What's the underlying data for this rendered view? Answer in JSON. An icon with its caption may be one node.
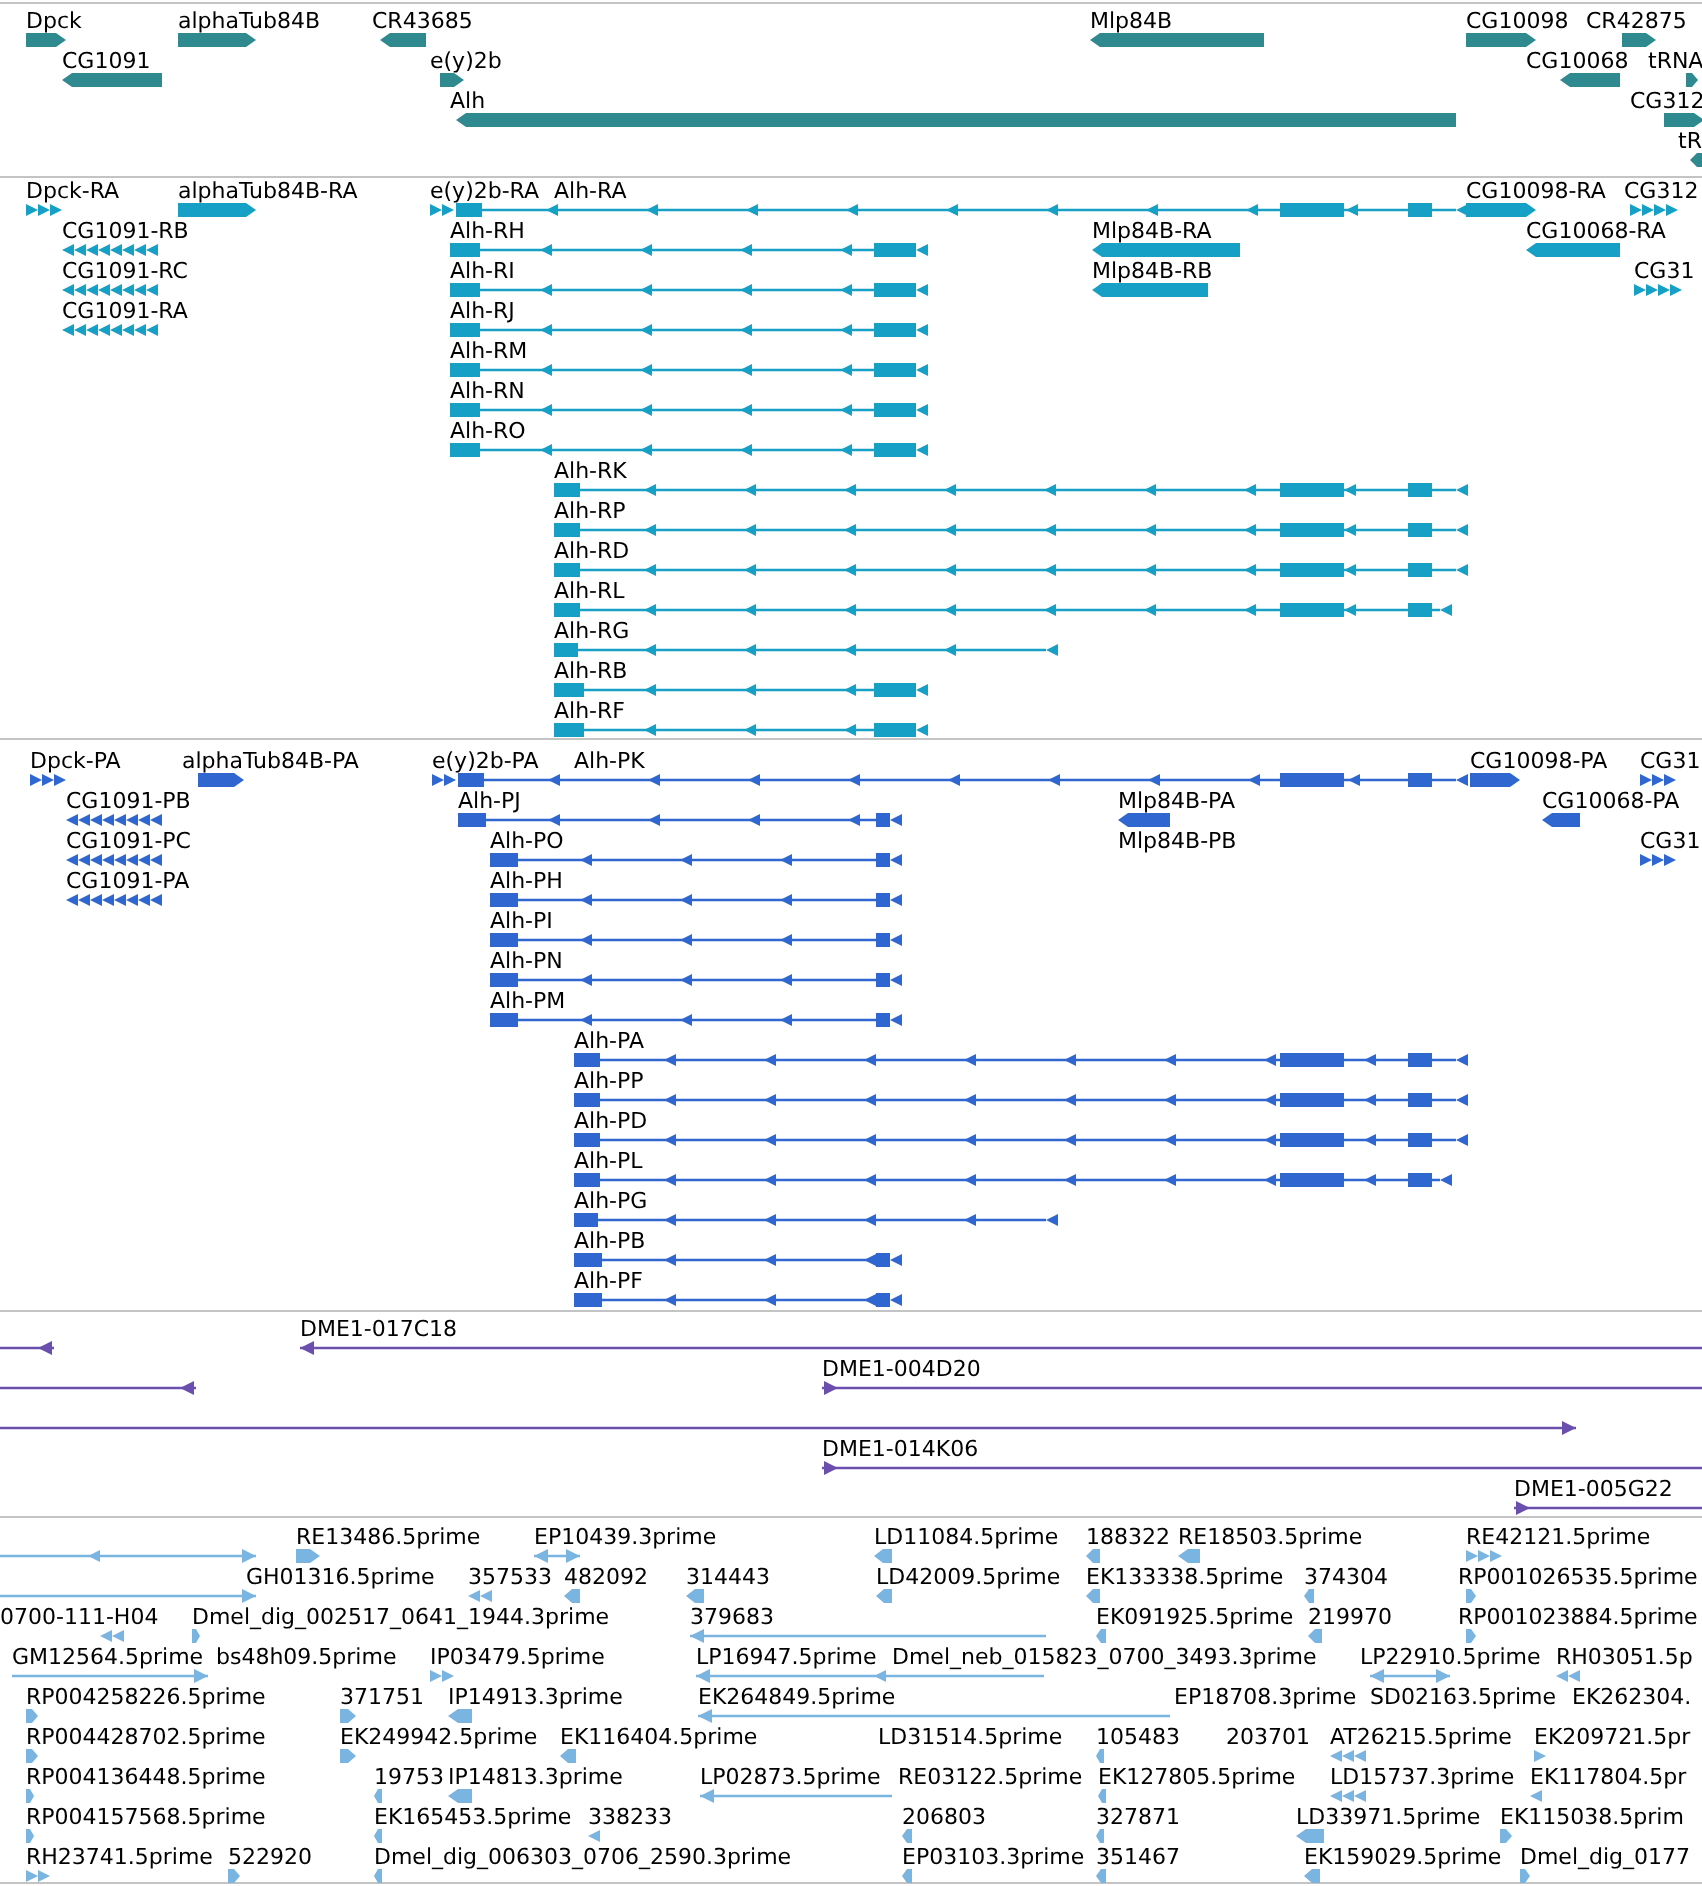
{
  "diagram": {
    "labels": [
      "Dpck",
      "alphaTub84B",
      "CR43685",
      "Mlp84B",
      "CG10098",
      "CR42875",
      "CG1091",
      "e(y)2b",
      "CG10068",
      "tRNA",
      "Alh",
      "CG312",
      "tR",
      "Dpck-RA",
      "alphaTub84B-RA",
      "e(y)2b-RA",
      "Alh-RA",
      "CG10098-RA",
      "CG312",
      "CG1091-RB",
      "Alh-RH",
      "Mlp84B-RA",
      "CG10068-RA",
      "CG1091-RC",
      "Alh-RI",
      "Mlp84B-RB",
      "CG31",
      "CG1091-RA",
      "Alh-RJ",
      "Alh-RM",
      "Alh-RN",
      "Alh-RO",
      "Alh-RK",
      "Alh-RP",
      "Alh-RD",
      "Alh-RL",
      "Alh-RG",
      "Alh-RB",
      "Alh-RF",
      "Dpck-PA",
      "alphaTub84B-PA",
      "e(y)2b-PA",
      "Alh-PK",
      "CG10098-PA",
      "CG31",
      "CG1091-PB",
      "Alh-PJ",
      "Mlp84B-PA",
      "CG10068-PA",
      "CG1091-PC",
      "Alh-PO",
      "Mlp84B-PB",
      "CG31",
      "CG1091-PA",
      "Alh-PH",
      "Alh-PI",
      "Alh-PN",
      "Alh-PM",
      "Alh-PA",
      "Alh-PP",
      "Alh-PD",
      "Alh-PL",
      "Alh-PG",
      "Alh-PB",
      "Alh-PF",
      "DME1-017C18",
      "DME1-004D20",
      "DME1-014K06",
      "DME1-005G22",
      "RE13486.5prime",
      "EP10439.3prime",
      "LD11084.5prime",
      "188322",
      "RE18503.5prime",
      "RE42121.5prime",
      "GH01316.5prime",
      "357533",
      "482092",
      "314443",
      "LD42009.5prime",
      "EK133338.5prime",
      "374304",
      "RP001026535.5prime",
      "0700-111-H04",
      "Dmel_dig_002517_0641_1944.3prime",
      "379683",
      "EK091925.5prime",
      "219970",
      "RP001023884.5prime",
      "GM12564.5prime",
      "bs48h09.5prime",
      "IP03479.5prime",
      "LP16947.5prime",
      "Dmel_neb_015823_0700_3493.3prime",
      "LP22910.5prime",
      "RH03051.5p",
      "RP004258226.5prime",
      "371751",
      "IP14913.3prime",
      "EK264849.5prime",
      "EP18708.3prime",
      "SD02163.5prime",
      "EK262304.",
      "RP004428702.5prime",
      "EK249942.5prime",
      "EK116404.5prime",
      "LD31514.5prime",
      "105483",
      "203701",
      "AT26215.5prime",
      "EK209721.5pr",
      "RP004136448.5prime",
      "19753",
      "IP14813.3prime",
      "LP02873.5prime",
      "RE03122.5prime",
      "EK127805.5prime",
      "LD15737.3prime",
      "EK117804.5pr",
      "RP004157568.5prime",
      "EK165453.5prime",
      "338233",
      "206803",
      "327871",
      "LD33971.5prime",
      "EK115038.5prim",
      "RH23741.5prime",
      "522920",
      "Dmel_dig_006303_0706_2590.3prime",
      "EP03103.3prime",
      "351467",
      "EK159029.5prime",
      "Dmel_dig_0177"
    ]
  }
}
